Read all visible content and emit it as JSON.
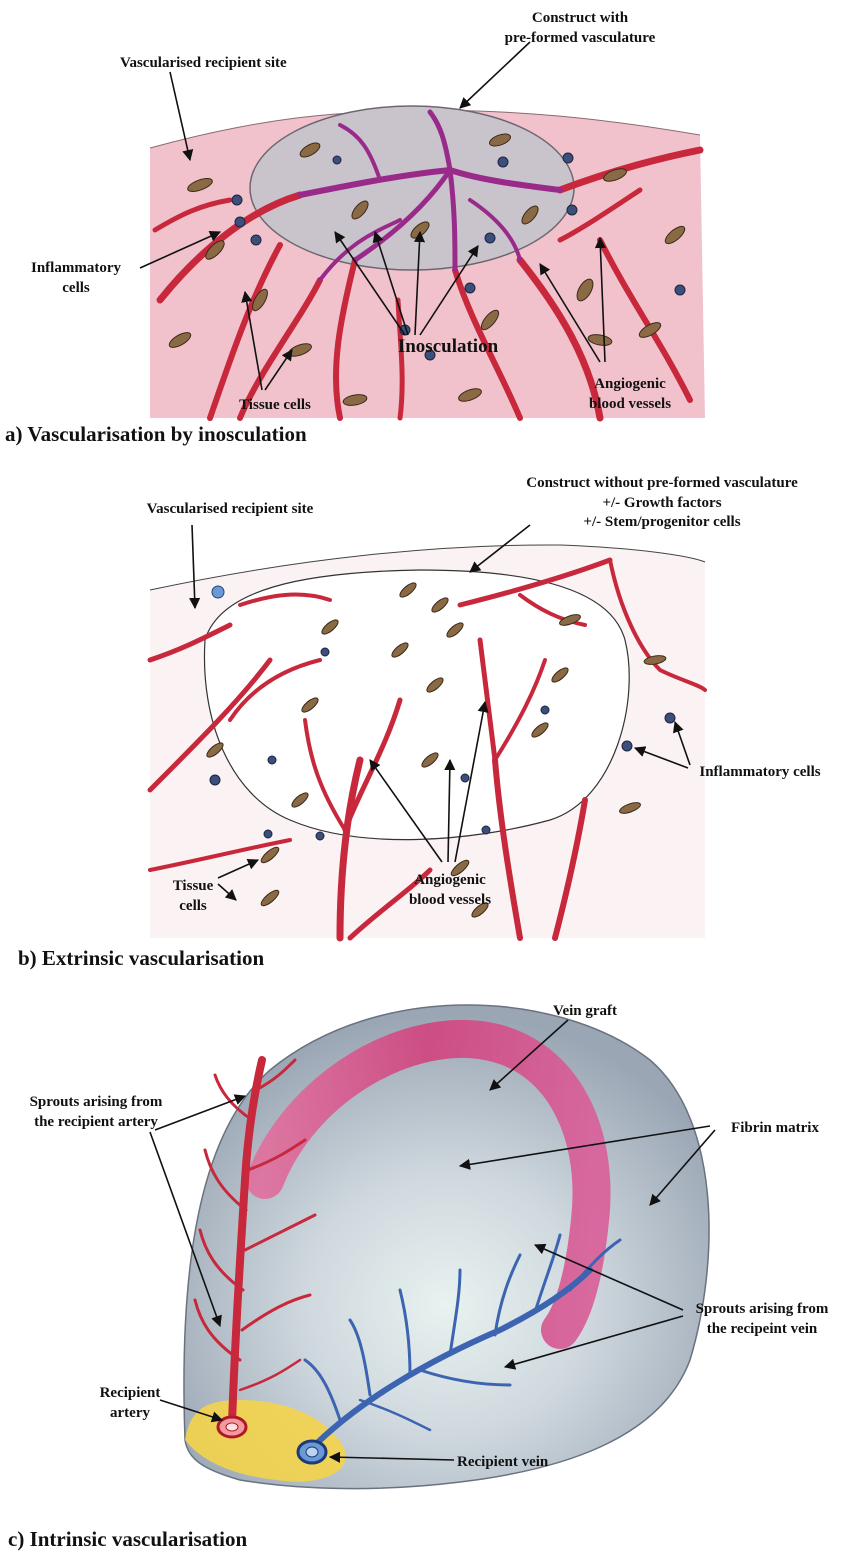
{
  "panel_a": {
    "caption": "a) Vascularisation by inosculation",
    "labels": {
      "construct_line1": "Construct with",
      "construct_line2": "pre-formed vasculature",
      "recipient_site": "Vascularised recipient site",
      "inflammatory_line1": "Inflammatory",
      "inflammatory_line2": "cells",
      "inosculation": "Inosculation",
      "tissue_cells": "Tissue cells",
      "angiogenic_line1": "Angiogenic",
      "angiogenic_line2": "blood vessels"
    }
  },
  "panel_b": {
    "caption": "b) Extrinsic vascularisation",
    "labels": {
      "construct_line1": "Construct without pre-formed vasculature",
      "construct_line2": "+/- Growth factors",
      "construct_line3": "+/- Stem/progenitor cells",
      "recipient_site": "Vascularised recipient site",
      "inflammatory": "Inflammatory cells",
      "tissue_line1": "Tissue",
      "tissue_line2": "cells",
      "angiogenic_line1": "Angiogenic",
      "angiogenic_line2": "blood vessels"
    }
  },
  "panel_c": {
    "caption": "c) Intrinsic vascularisation",
    "labels": {
      "vein_graft": "Vein graft",
      "sprouts_artery_line1": "Sprouts arising from",
      "sprouts_artery_line2": "the recipient artery",
      "fibrin": "Fibrin matrix",
      "sprouts_vein_line1": "Sprouts arising from",
      "sprouts_vein_line2": "the recipeint vein",
      "artery_line1": "Recipient",
      "artery_line2": "artery",
      "vein": "Recipient vein"
    }
  },
  "colors": {
    "tissue_pink": "#f2c2cc",
    "vessel_red": "#c8283c",
    "vessel_purple": "#9a2a8a",
    "vein_blue": "#3d64b0",
    "fibrin_grey": "#b8c2cc",
    "graft_pink": "#d64a88",
    "yellow": "#f4d44a"
  }
}
